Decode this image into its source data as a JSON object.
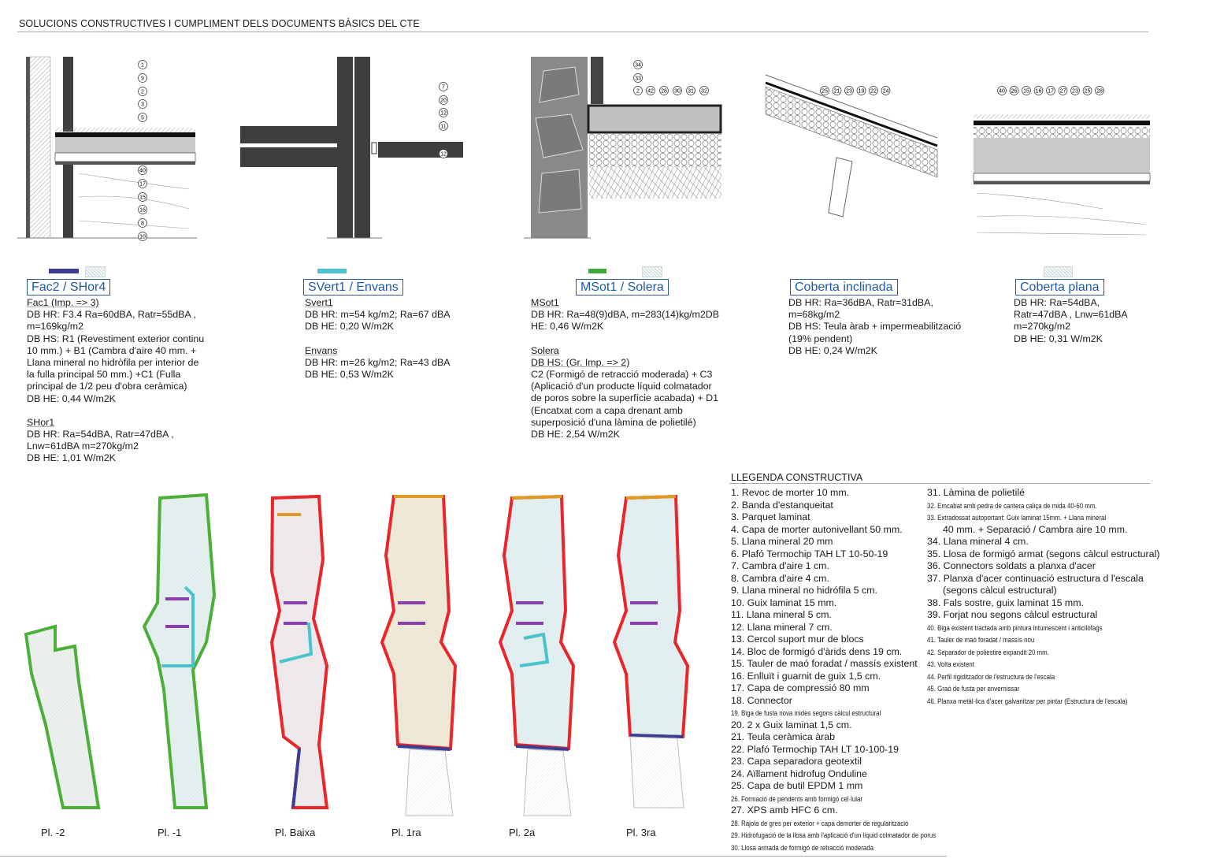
{
  "sheet_title": "SOLUCIONS CONSTRUCTIVES I CUMPLIMENT DELS DOCUMENTS BÀSICS DEL CTE",
  "colors": {
    "facade": "#3a3f94",
    "partition": "#4bc3cc",
    "ground": "#3aaa3a",
    "red": "#e8262b",
    "orange": "#e09a22",
    "purple": "#8a3fae",
    "title_blue": "#1f5aa6"
  },
  "details": [
    {
      "callouts": [
        "1",
        "9",
        "2",
        "3",
        "5",
        "40",
        "17",
        "15",
        "16",
        "8",
        "10"
      ]
    },
    {
      "callouts": [
        "7",
        "20",
        "12",
        "11",
        "12"
      ]
    },
    {
      "callouts": [
        "34",
        "33",
        "2",
        "42",
        "28",
        "30",
        "31",
        "32"
      ]
    },
    {
      "callouts": [
        "25",
        "21",
        "23",
        "19",
        "22",
        "24"
      ]
    },
    {
      "callouts": [
        "40",
        "26",
        "15",
        "16",
        "17",
        "27",
        "23",
        "25",
        "28"
      ]
    }
  ],
  "sections": [
    {
      "title": "Fac2 / SHor4",
      "lines": [
        "Fac1 (Imp. => 3)",
        "DB HR: F3.4 Ra=60dBA, Ratr=55dBA ,",
        "m=169kg/m2",
        "DB HS: R1 (Revestiment exterior continu",
        "10 mm.) + B1 (Cambra d'aire 40 mm. +",
        "Llana mineral no hidròfila per interior de",
        "la fulla principal 50 mm.) +C1 (Fulla",
        "principal de 1/2 peu d'obra ceràmica)",
        "DB HE: 0,44 W/m2K"
      ],
      "lines2": [
        "SHor1",
        "DB HR: Ra=54dBA, Ratr=47dBA ,",
        "Lnw=61dBA m=270kg/m2",
        "DB HE: 1,01 W/m2K"
      ]
    },
    {
      "title": "SVert1 / Envans",
      "lines": [
        "Svert1",
        "DB HR: m=54 kg/m2; Ra=67 dBA",
        "DB HE: 0,20 W/m2K"
      ],
      "lines2": [
        "Envans",
        "DB HR: m=26 kg/m2; Ra=43 dBA",
        "DB HE: 0,53 W/m2K"
      ]
    },
    {
      "title": "MSot1 / Solera",
      "lines": [
        "MSot1",
        "DB HR: Ra=48(9)dBA, m=283(14)kg/m2DB",
        "HE: 0,46 W/m2K"
      ],
      "lines2": [
        "Solera",
        "DB HS: (Gr. Imp. => 2)",
        "C2 (Formigó de retracció moderada) + C3",
        "(Aplicació d'un producte líquid colmatador",
        "de poros sobre la superfície acabada) + D1",
        "(Encatxat com a capa drenant amb",
        "superposició d'una làmina de polietilé)",
        "DB HE: 2,54 W/m2K"
      ]
    },
    {
      "title": "Coberta inclinada",
      "lines": [
        "DB HR: Ra=36dBA, Ratr=31dBA,",
        "m=68kg/m2",
        "DB HS: Teula àrab + impermeabilització",
        "(19% pendent)",
        "DB HE: 0,24 W/m2K"
      ]
    },
    {
      "title": "Coberta plana",
      "lines": [
        "DB HR: Ra=54dBA,",
        "Ratr=47dBA , Lnw=61dBA",
        "m=270kg/m2",
        "DB HE: 0,31 W/m2K"
      ]
    }
  ],
  "plans": [
    "Pl. -2",
    "Pl. -1",
    "Pl. Baixa",
    "Pl. 1ra",
    "Pl. 2a",
    "Pl. 3ra"
  ],
  "legend": {
    "title": "LLEGENDA CONSTRUCTIVA",
    "col1": [
      "1. Revoc de morter 10 mm.",
      "2. Banda d'estanqueitat",
      "3. Parquet laminat",
      "4. Capa de morter autonivellant 50 mm.",
      "5. Llana mineral 20 mm",
      "6. Plafó Termochip TAH LT 10-50-19",
      "7. Cambra d'aire 1 cm.",
      "8. Cambra d'aire 4 cm.",
      "9. Llana mineral no hidrófila 5 cm.",
      "10. Guix laminat 15 mm.",
      "11. Llana mineral 5 cm.",
      "12. Llana mineral 7 cm.",
      "13. Cercol suport mur de blocs",
      "14. Bloc de formigó d'àrids dens 19 cm.",
      "15. Tauler de maó foradat / massís existent",
      "16. Enlluït i guarnit de guix 1,5 cm.",
      "17. Capa de compressió 80 mm",
      "18. Connector",
      "19. Biga de fusta nova mides segons càlcul estructural",
      "20. 2 x Guix laminat 1,5 cm.",
      "21. Teula ceràmica àrab",
      "22. Plafó Termochip TAH LT 10-100-19",
      "23. Capa separadora geotextil",
      "24. Aïllament hidrofug Onduline",
      "25. Capa de butil EPDM 1 mm",
      "26. Formació de pendents amb formigó cel·lular",
      "27. XPS amb HFC 6 cm.",
      "28. Rajola de gres per exterior + capa demorter de regularització",
      "29. Hidrofugació de la llosa amb l'aplicació d'un líquid colmatador de porus",
      "30. Llosa armada de formigó de retracció moderada"
    ],
    "col2": [
      "31. Làmina de polietilé",
      "32. Emcabat amb pedra de cantera caliça de mida 40-60 mm.",
      "33. Extradossat autoportant: Guix laminat 15mm. + Llana mineral",
      "40 mm. + Separació / Cambra aire 10 mm.",
      "34. Llana mineral 4 cm.",
      "35. Llosa  de formigó armat (segons càlcul estructural)",
      "36. Connectors soldats a  planxa d'acer",
      "37. Planxa d'acer continuació estructura d l'escala",
      "(segons càlcul estructural)",
      "38. Fals sostre, guix laminat 15 mm.",
      "39. Forjat nou segons càlcul estructural",
      "40. Biga existent tractada amb pintura intumescent i  anticilòfags",
      "41. Tauler de maó foradat / massís nou",
      "42. Separador de poliestire expandit 20 mm.",
      "43. Volta existent",
      "44. Perfil rigiditzador de l'estructura de l'escala",
      "45. Graó de fusta per envernissar",
      "46. Planxa metàl·lica d'acer galvanitzar per pintar (Estructura de l'escala)"
    ]
  }
}
